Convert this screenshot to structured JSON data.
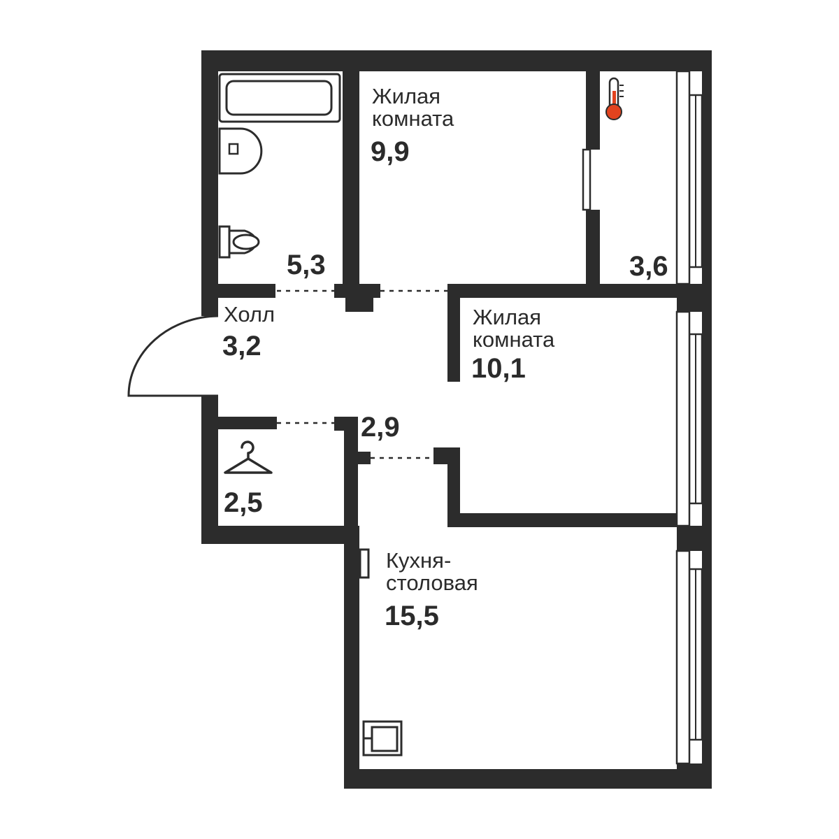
{
  "rooms": {
    "bathroom": {
      "area": "5,3"
    },
    "living1": {
      "name_line1": "Жилая",
      "name_line2": "комната",
      "area": "9,9"
    },
    "balcony": {
      "area": "3,6"
    },
    "hall": {
      "name": "Холл",
      "area": "3,2"
    },
    "living2": {
      "name_line1": "Жилая",
      "name_line2": "комната",
      "area": "10,1"
    },
    "corridor": {
      "area": "2,9"
    },
    "wardrobe": {
      "area": "2,5"
    },
    "kitchen": {
      "name_line1": "Кухня-",
      "name_line2": "столовая",
      "area": "15,5"
    }
  },
  "icons": {
    "thermometer": "thermometer-icon",
    "hanger": "hanger-icon",
    "bathtub": "bathtub-icon",
    "sink": "sink-icon",
    "toilet": "toilet-icon",
    "boiler": "boiler-icon"
  },
  "colors": {
    "wall": "#2c2c2c",
    "background": "#ffffff",
    "thermometer_accent": "#e2431e"
  }
}
